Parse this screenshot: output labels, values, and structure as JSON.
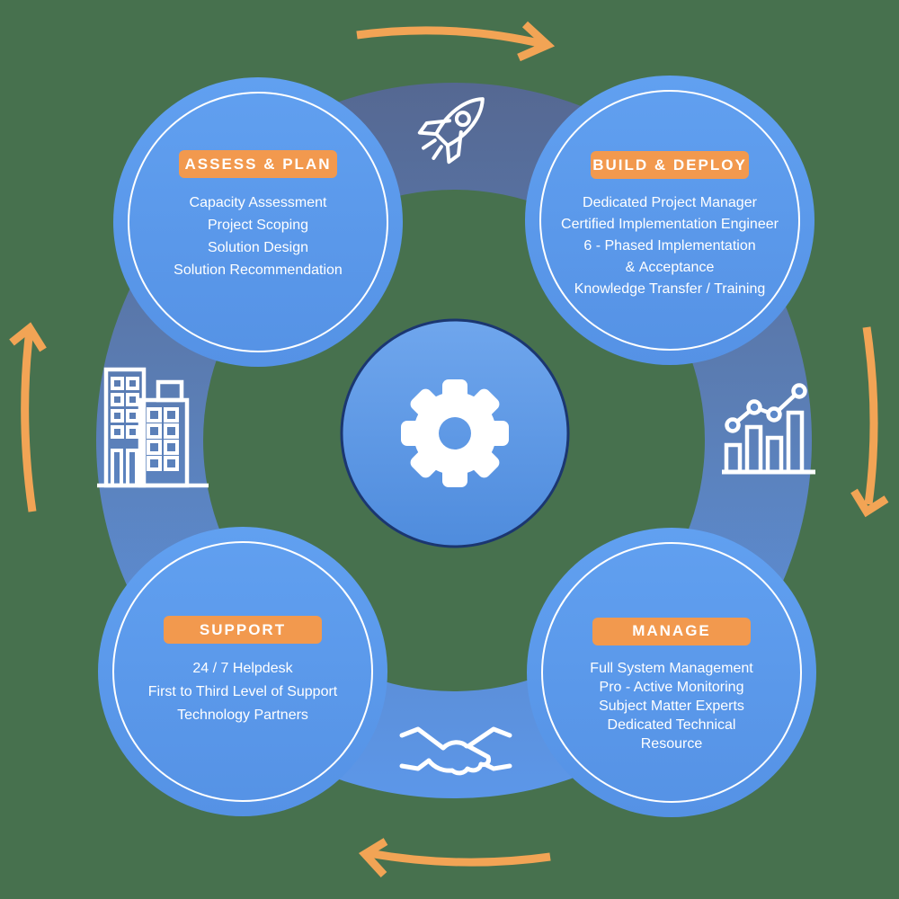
{
  "background_color": "#47714E",
  "colors": {
    "phase_circle_blue": "#5C9AEC",
    "badge_orange": "#F2994E",
    "arrow_orange": "#F2A455",
    "ring_top_slate": "#556892",
    "ring_bottom_blue": "#5C97E9",
    "center_circle_blue": "#5E9AE6",
    "center_border_navy": "#1B3670",
    "icon_white": "#FFFFFF",
    "text_white": "#FFFFFF"
  },
  "center": {
    "icon": "gear-icon"
  },
  "phases": [
    {
      "id": "assess-plan",
      "label": "ASSESS & PLAN",
      "items": [
        "Capacity Assessment",
        "Project Scoping",
        "Solution Design",
        "Solution Recommendation"
      ]
    },
    {
      "id": "build-deploy",
      "label": "BUILD & DEPLOY",
      "items": [
        "Dedicated Project Manager",
        "Certified Implementation Engineer",
        "6 - Phased Implementation & Acceptance",
        "Knowledge Transfer / Training"
      ]
    },
    {
      "id": "support",
      "label": "SUPPORT",
      "items": [
        "24 / 7 Helpdesk",
        "First to Third Level of Support",
        "Technology Partners"
      ]
    },
    {
      "id": "manage",
      "label": "MANAGE",
      "items": [
        "Full System Management",
        "Pro - Active Monitoring",
        "Subject Matter Experts",
        "Dedicated Technical Resource"
      ]
    }
  ],
  "ring_icons": [
    {
      "name": "rocket-icon",
      "position": "top"
    },
    {
      "name": "bar-chart-icon",
      "position": "right"
    },
    {
      "name": "handshake-icon",
      "position": "bottom"
    },
    {
      "name": "buildings-icon",
      "position": "left"
    }
  ],
  "arrows": [
    {
      "position": "top",
      "direction": "clockwise"
    },
    {
      "position": "right",
      "direction": "clockwise"
    },
    {
      "position": "bottom",
      "direction": "clockwise"
    },
    {
      "position": "left",
      "direction": "clockwise"
    }
  ]
}
